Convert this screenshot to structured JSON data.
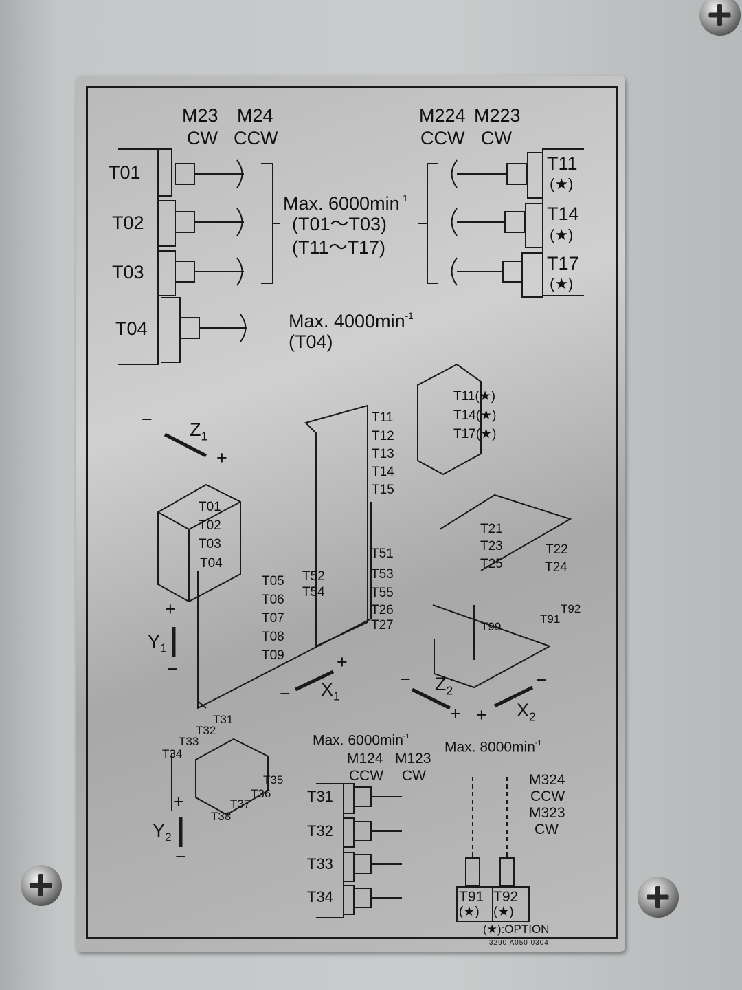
{
  "top_left": {
    "m23": "M23",
    "cw": "CW",
    "m24": "M24",
    "ccw": "CCW",
    "tools": [
      "T01",
      "T02",
      "T03",
      "T04"
    ]
  },
  "top_right": {
    "m224": "M224",
    "m223": "M223",
    "ccw": "CCW",
    "cw": "CW",
    "tools": [
      "T11",
      "T14",
      "T17"
    ],
    "option_mark": "(★)"
  },
  "speed1": {
    "text": "Max. 6000min",
    "exp": "-1",
    "range1": "(T01～T03)",
    "range2": "(T11～T17)"
  },
  "speed2": {
    "text": "Max. 4000min",
    "exp": "-1",
    "range": "(T04)"
  },
  "turret": {
    "upper_tools": [
      "T11",
      "T12",
      "T13",
      "T14",
      "T15"
    ],
    "option_tools": [
      "T11(★)",
      "T14(★)",
      "T17(★)"
    ],
    "left_tools": [
      "T01",
      "T02",
      "T03",
      "T04"
    ],
    "lower_left_tools": [
      "T05",
      "T06",
      "T07",
      "T08",
      "T09"
    ],
    "center_tools": [
      "T51",
      "T52",
      "T53",
      "T54",
      "T55",
      "T26",
      "T27"
    ],
    "right_tools": [
      "T21",
      "T23",
      "T25",
      "T22",
      "T24",
      "T92",
      "T91",
      "T99"
    ],
    "bottom_left_tools": [
      "T31",
      "T32",
      "T33",
      "T34",
      "T35",
      "T36",
      "T37",
      "T38"
    ]
  },
  "axes": {
    "minus": "−",
    "plus": "+",
    "z": "Z",
    "x": "X",
    "y": "Y",
    "one": "1",
    "two": "2"
  },
  "bottom_mid": {
    "speed": "Max. 6000min",
    "exp": "-1",
    "m124": "M124",
    "m123": "M123",
    "ccw": "CCW",
    "cw": "CW",
    "tools": [
      "T31",
      "T32",
      "T33",
      "T34"
    ]
  },
  "bottom_right": {
    "speed": "Max. 8000min",
    "exp": "-1",
    "m324": "M324",
    "ccw": "CCW",
    "m323": "M323",
    "cw": "CW",
    "tools": [
      "T91",
      "T92"
    ],
    "option_mark": "(★)"
  },
  "legend": {
    "option": "(★):OPTION",
    "code": "3290 A050 0304"
  }
}
